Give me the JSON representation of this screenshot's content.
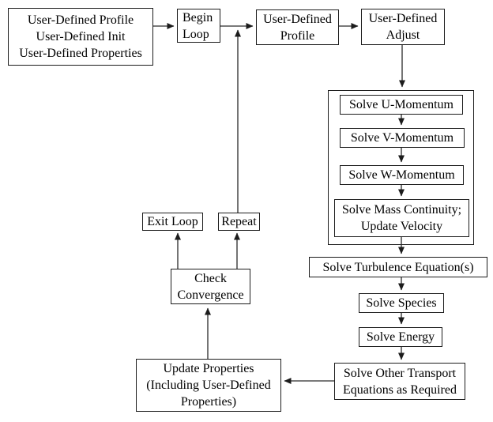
{
  "flowchart": {
    "nodes": {
      "user_defined_setup": {
        "lines": [
          "User-Defined Profile",
          "User-Defined Init",
          "User-Defined Properties"
        ]
      },
      "begin_loop": {
        "lines": [
          "Begin",
          "Loop"
        ]
      },
      "user_defined_profile": {
        "lines": [
          "User-Defined",
          "Profile"
        ]
      },
      "user_defined_adjust": {
        "lines": [
          "User-Defined",
          "Adjust"
        ]
      },
      "solve_u_momentum": {
        "lines": [
          "Solve U-Momentum"
        ]
      },
      "solve_v_momentum": {
        "lines": [
          "Solve V-Momentum"
        ]
      },
      "solve_w_momentum": {
        "lines": [
          "Solve W-Momentum"
        ]
      },
      "solve_mass_continuity": {
        "lines": [
          "Solve Mass Continuity;",
          "Update Velocity"
        ]
      },
      "solve_turbulence": {
        "lines": [
          "Solve Turbulence Equation(s)"
        ]
      },
      "solve_species": {
        "lines": [
          "Solve Species"
        ]
      },
      "solve_energy": {
        "lines": [
          "Solve Energy"
        ]
      },
      "solve_other_transport": {
        "lines": [
          "Solve Other Transport",
          "Equations as Required"
        ]
      },
      "update_properties": {
        "lines": [
          "Update Properties",
          "(Including User-Defined",
          "Properties)"
        ]
      },
      "check_convergence": {
        "lines": [
          "Check",
          "Convergence"
        ]
      },
      "exit_loop": {
        "lines": [
          "Exit Loop"
        ]
      },
      "repeat": {
        "lines": [
          "Repeat"
        ]
      }
    },
    "colors": {
      "background": "#ffffff",
      "box_border": "#1c1c1c",
      "arrow": "#2a2a2a",
      "text": "#000000"
    }
  }
}
